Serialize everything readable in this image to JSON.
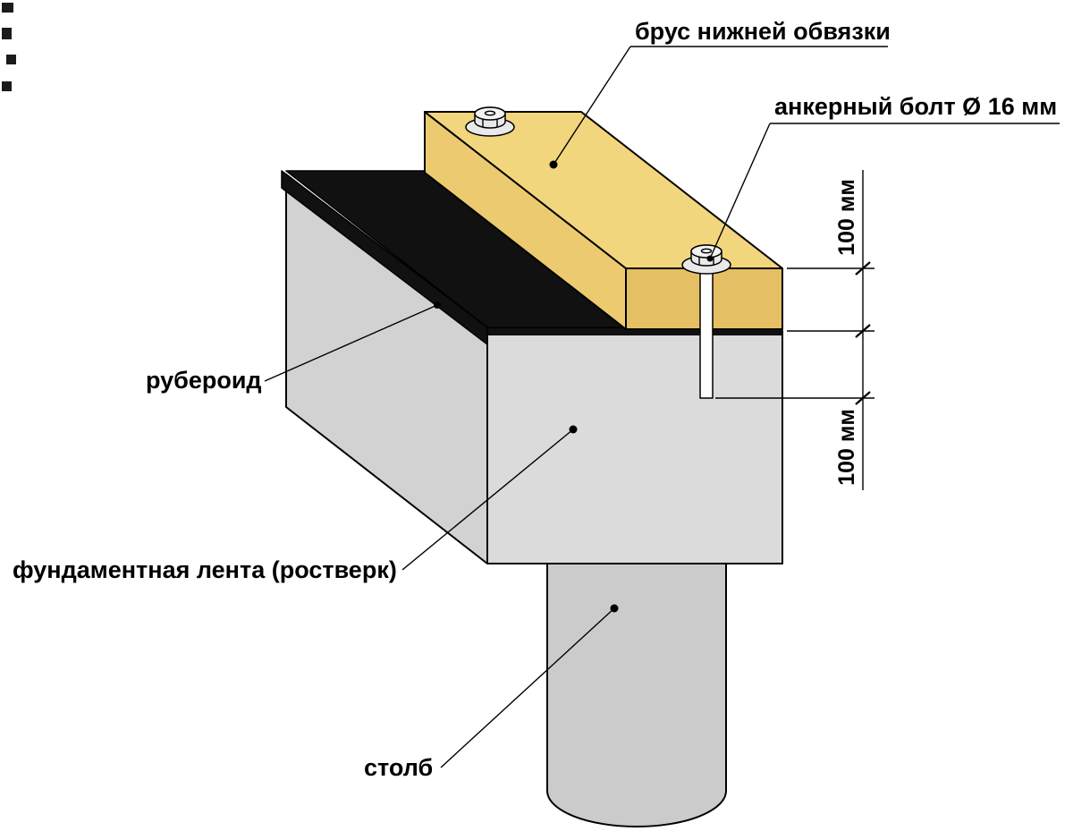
{
  "callouts": {
    "beam": "брус нижней обвязки",
    "anchor_bolt": "анкерный болт Ø 16 мм",
    "roofing_felt": "рубероид",
    "foundation_strip": "фундаментная лента (ростверк)",
    "post": "столб"
  },
  "dimensions": {
    "beam_height": "100 мм",
    "bolt_embedment": "100 мм"
  },
  "colors": {
    "background": "#FFFFFF",
    "beam_top": "#F2D67E",
    "beam_side": "#ECCA70",
    "beam_end": "#E5BF63",
    "felt": "#111111",
    "concrete_side": "#D2D2D2",
    "concrete_front": "#DBDBDB",
    "post": "#CBCBCB",
    "bolt_metal": "#E9E9E9",
    "bolt_top": "#F2F2F2",
    "bolt_shaft": "#FFFFFF",
    "artifact": "#1B1B1B",
    "outline": "#000000"
  }
}
